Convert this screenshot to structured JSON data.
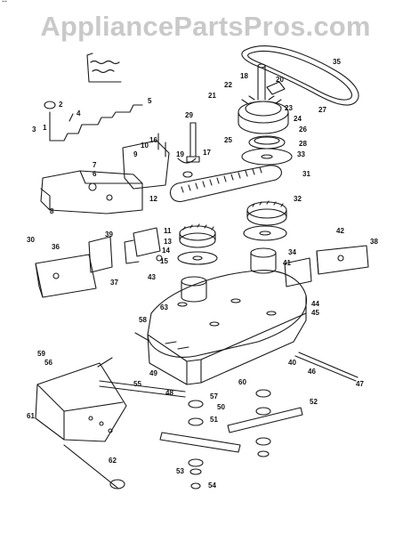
{
  "corner_mark": "--",
  "watermark": "AppliancePartsPros.com",
  "colors": {
    "ink": "#1a1a1a",
    "watermark": "#c9c9c9",
    "background": "#ffffff"
  },
  "callouts": [
    {
      "id": "1",
      "label": "1"
    },
    {
      "id": "2",
      "label": "2"
    },
    {
      "id": "3",
      "label": "3"
    },
    {
      "id": "4",
      "label": "4"
    },
    {
      "id": "5",
      "label": "5"
    },
    {
      "id": "6",
      "label": "6"
    },
    {
      "id": "7",
      "label": "7"
    },
    {
      "id": "8",
      "label": "8"
    },
    {
      "id": "9",
      "label": "9"
    },
    {
      "id": "10",
      "label": "10"
    },
    {
      "id": "11",
      "label": "11"
    },
    {
      "id": "12",
      "label": "12"
    },
    {
      "id": "13",
      "label": "13"
    },
    {
      "id": "14",
      "label": "14"
    },
    {
      "id": "15",
      "label": "15"
    },
    {
      "id": "16",
      "label": "16"
    },
    {
      "id": "17",
      "label": "17"
    },
    {
      "id": "18",
      "label": "18"
    },
    {
      "id": "19",
      "label": "19"
    },
    {
      "id": "20",
      "label": "20"
    },
    {
      "id": "21",
      "label": "21"
    },
    {
      "id": "22",
      "label": "22"
    },
    {
      "id": "23",
      "label": "23"
    },
    {
      "id": "24",
      "label": "24"
    },
    {
      "id": "25",
      "label": "25"
    },
    {
      "id": "26",
      "label": "26"
    },
    {
      "id": "27",
      "label": "27"
    },
    {
      "id": "28",
      "label": "28"
    },
    {
      "id": "29",
      "label": "29"
    },
    {
      "id": "30",
      "label": "30"
    },
    {
      "id": "31",
      "label": "31"
    },
    {
      "id": "32",
      "label": "32"
    },
    {
      "id": "33",
      "label": "33"
    },
    {
      "id": "34",
      "label": "34"
    },
    {
      "id": "35",
      "label": "35"
    },
    {
      "id": "36",
      "label": "36"
    },
    {
      "id": "37",
      "label": "37"
    },
    {
      "id": "38",
      "label": "38"
    },
    {
      "id": "39",
      "label": "39"
    },
    {
      "id": "40",
      "label": "40"
    },
    {
      "id": "41",
      "label": "41"
    },
    {
      "id": "42",
      "label": "42"
    },
    {
      "id": "43",
      "label": "43"
    },
    {
      "id": "44",
      "label": "44"
    },
    {
      "id": "45",
      "label": "45"
    },
    {
      "id": "46",
      "label": "46"
    },
    {
      "id": "47",
      "label": "47"
    },
    {
      "id": "48",
      "label": "48"
    },
    {
      "id": "49",
      "label": "49"
    },
    {
      "id": "50",
      "label": "50"
    },
    {
      "id": "51",
      "label": "51"
    },
    {
      "id": "52",
      "label": "52"
    },
    {
      "id": "53",
      "label": "53"
    },
    {
      "id": "54",
      "label": "54"
    },
    {
      "id": "55",
      "label": "55"
    },
    {
      "id": "56",
      "label": "56"
    },
    {
      "id": "57",
      "label": "57"
    },
    {
      "id": "58",
      "label": "58"
    },
    {
      "id": "59",
      "label": "59"
    },
    {
      "id": "60",
      "label": "60"
    },
    {
      "id": "61",
      "label": "61"
    },
    {
      "id": "62",
      "label": "62"
    },
    {
      "id": "63",
      "label": "63"
    }
  ]
}
